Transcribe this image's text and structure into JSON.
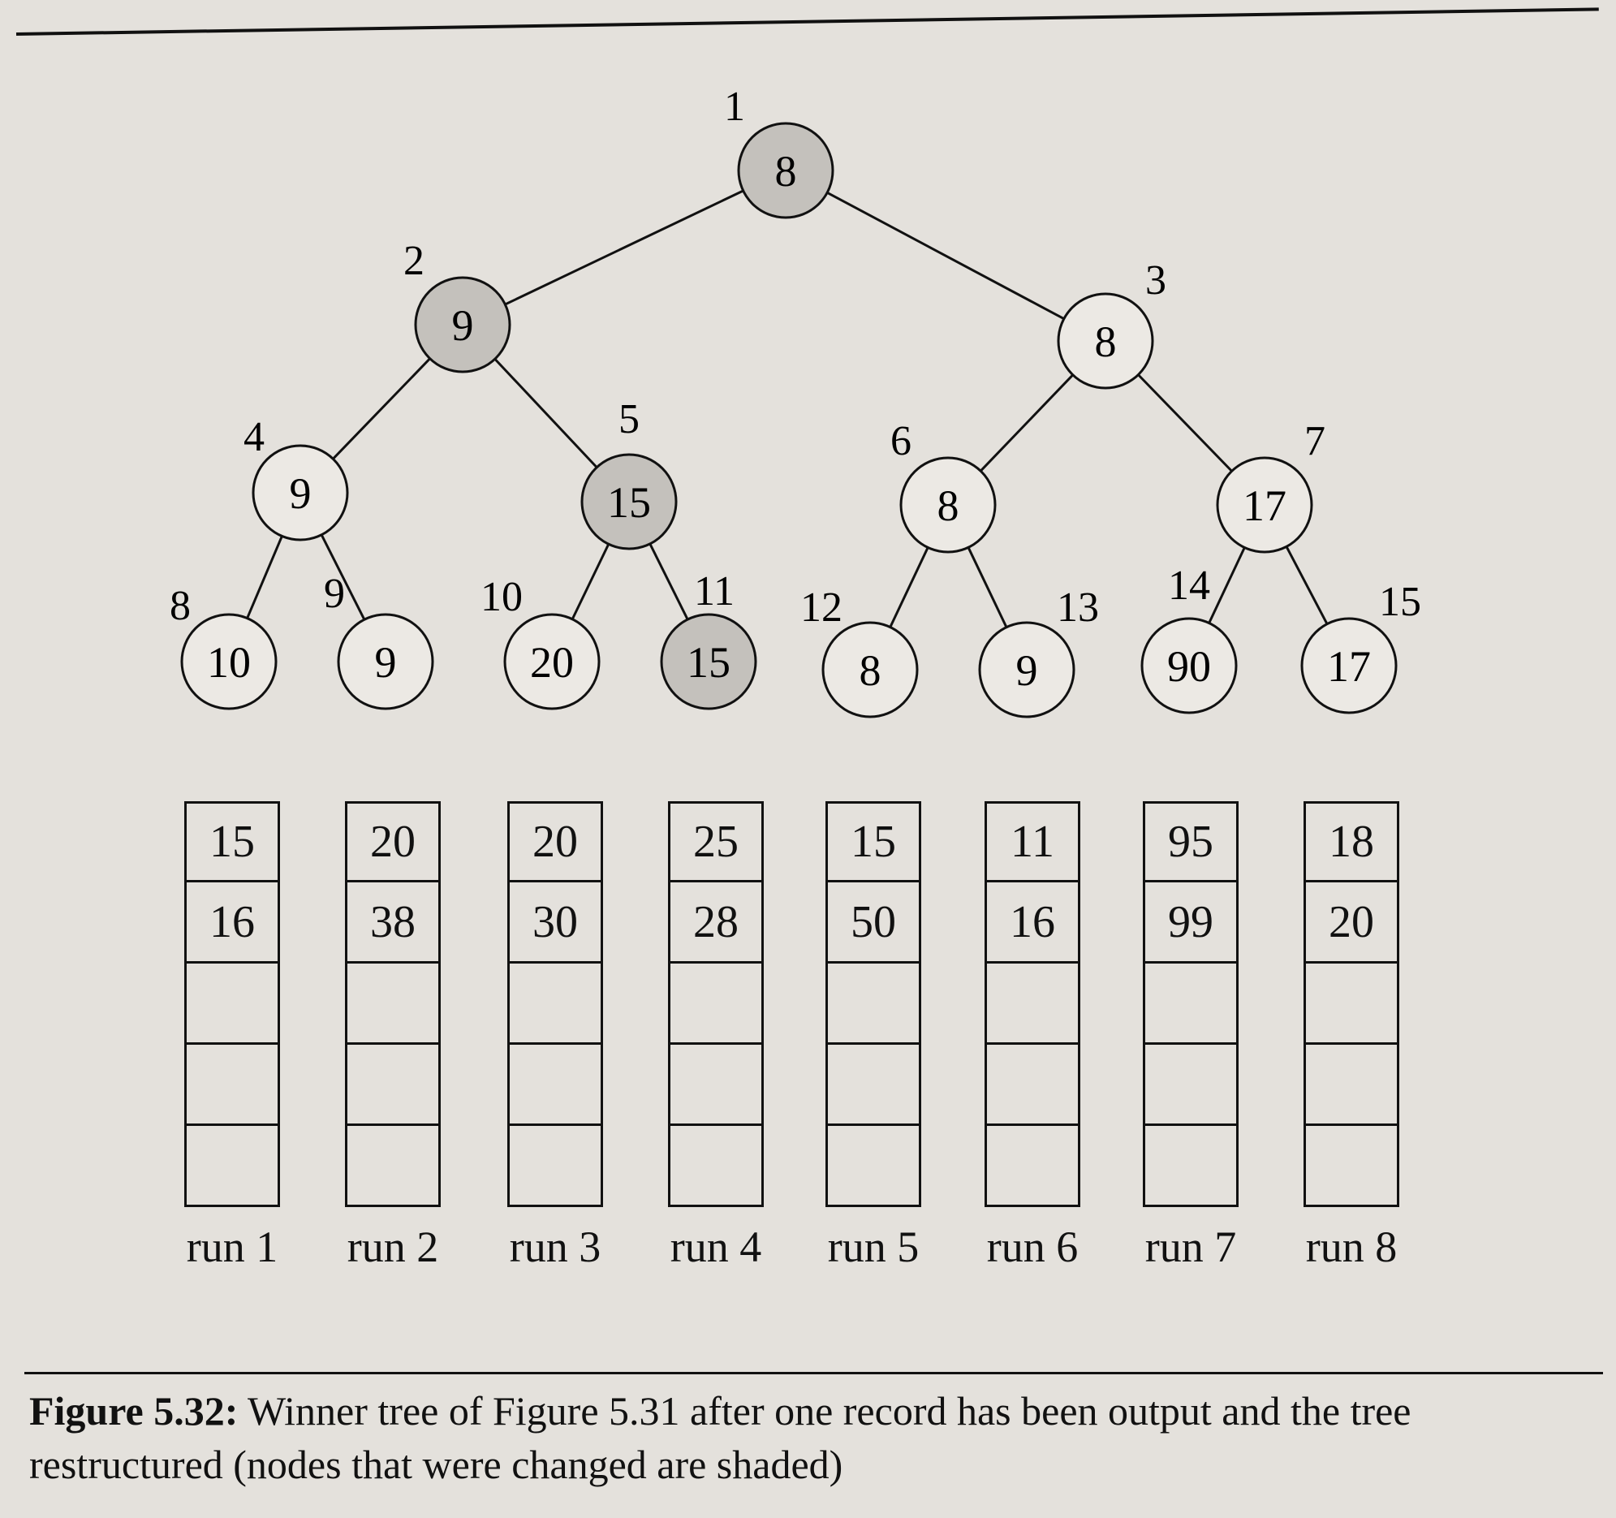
{
  "tree": {
    "nodes": [
      {
        "index": "1",
        "value": "8",
        "shaded": true
      },
      {
        "index": "2",
        "value": "9",
        "shaded": true
      },
      {
        "index": "3",
        "value": "8",
        "shaded": false
      },
      {
        "index": "4",
        "value": "9",
        "shaded": false
      },
      {
        "index": "5",
        "value": "15",
        "shaded": true
      },
      {
        "index": "6",
        "value": "8",
        "shaded": false
      },
      {
        "index": "7",
        "value": "17",
        "shaded": false
      },
      {
        "index": "8",
        "value": "10",
        "shaded": false
      },
      {
        "index": "9",
        "value": "9",
        "shaded": false
      },
      {
        "index": "10",
        "value": "20",
        "shaded": false
      },
      {
        "index": "11",
        "value": "15",
        "shaded": true
      },
      {
        "index": "12",
        "value": "8",
        "shaded": false
      },
      {
        "index": "13",
        "value": "9",
        "shaded": false
      },
      {
        "index": "14",
        "value": "90",
        "shaded": false
      },
      {
        "index": "15",
        "value": "17",
        "shaded": false
      }
    ],
    "shade_color": "#c4c1bc"
  },
  "runs": [
    {
      "label": "run 1",
      "values": [
        "15",
        "16"
      ]
    },
    {
      "label": "run 2",
      "values": [
        "20",
        "38"
      ]
    },
    {
      "label": "run 3",
      "values": [
        "20",
        "30"
      ]
    },
    {
      "label": "run 4",
      "values": [
        "25",
        "28"
      ]
    },
    {
      "label": "run 5",
      "values": [
        "15",
        "50"
      ]
    },
    {
      "label": "run 6",
      "values": [
        "11",
        "16"
      ]
    },
    {
      "label": "run 7",
      "values": [
        "95",
        "99"
      ]
    },
    {
      "label": "run 8",
      "values": [
        "18",
        "20"
      ]
    }
  ],
  "caption": {
    "label": "Figure 5.32:",
    "text": " Winner tree of Figure 5.31 after one record has been output and the tree restructured (nodes that were changed are shaded)"
  }
}
